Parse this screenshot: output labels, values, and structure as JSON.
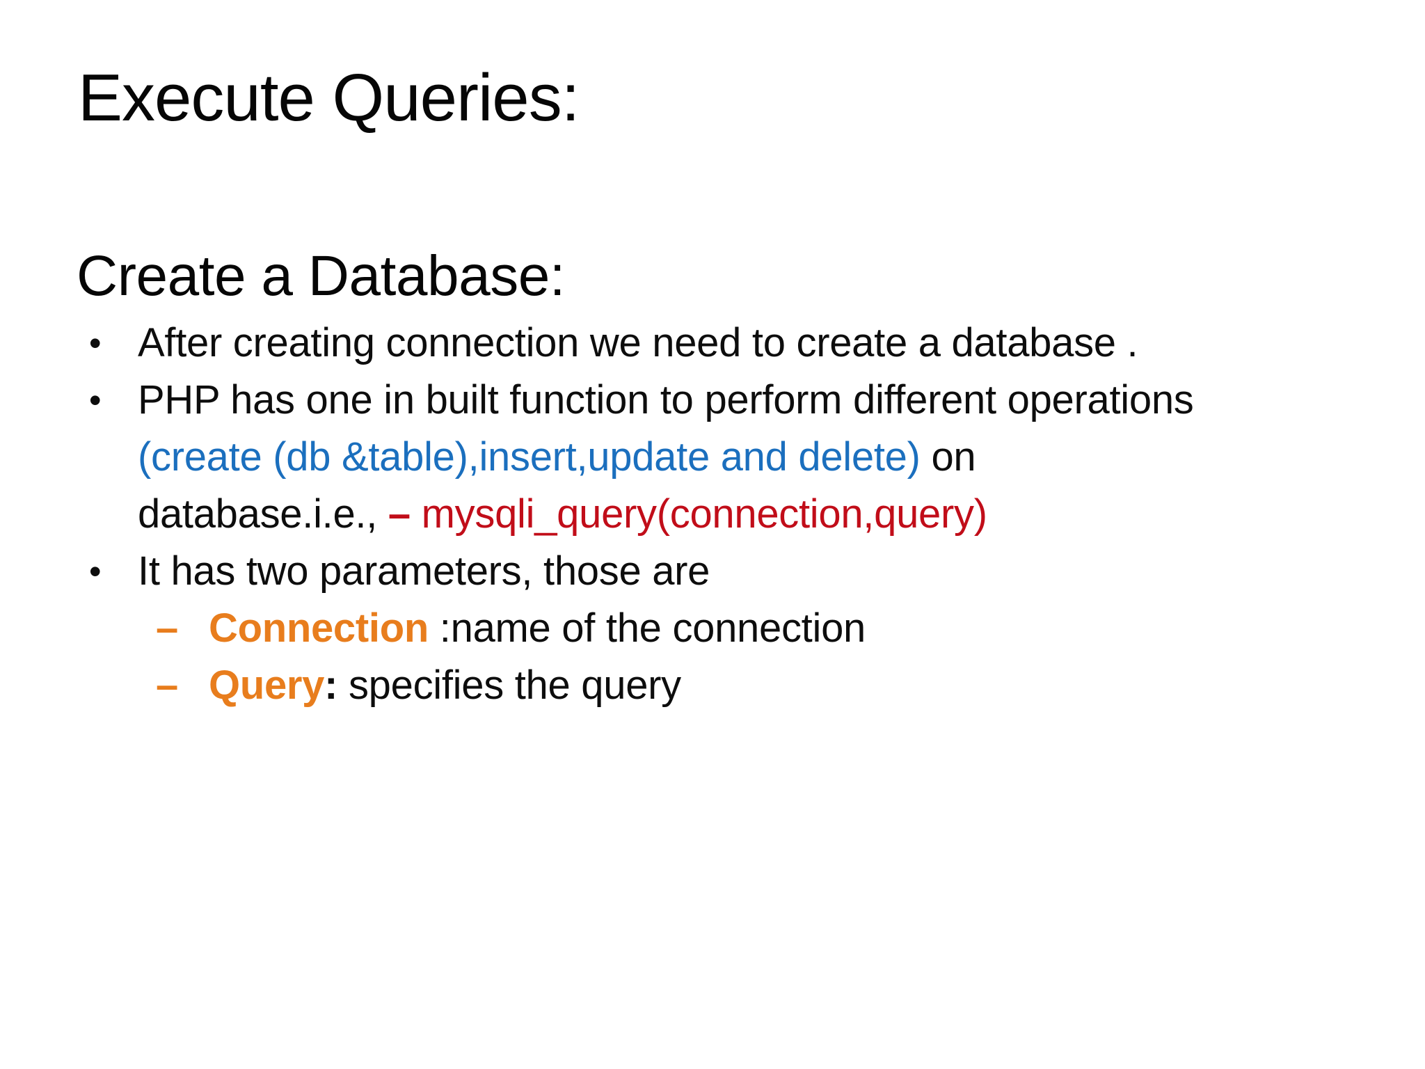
{
  "colors": {
    "accent_blue": "#1B6FBE",
    "accent_red": "#C10D19",
    "accent_orange": "#E87D1D",
    "text": "#0d0d0d",
    "background": "#ffffff"
  },
  "slide": {
    "title": "Execute Queries:",
    "section_heading": "Create a Database:",
    "bullet_char": "•",
    "dash_char": "–",
    "bullets": {
      "b1": {
        "text": "After creating connection we need to create a database ."
      },
      "b2": {
        "line1": "PHP has one in built function to perform different operations",
        "line2_blue": "(create (db &table),insert,update and delete)",
        "line2_rest": " on",
        "line3_black": "database.i.e., ",
        "line3_red_dash": "– ",
        "line3_red": "mysqli_query(connection,query)"
      },
      "b3": {
        "text": "It has two parameters, those are",
        "sub1": {
          "label": "Connection",
          "rest": " :name of the connection"
        },
        "sub2": {
          "label": "Query",
          "colon": ":",
          "rest": " specifies the query"
        }
      }
    }
  }
}
